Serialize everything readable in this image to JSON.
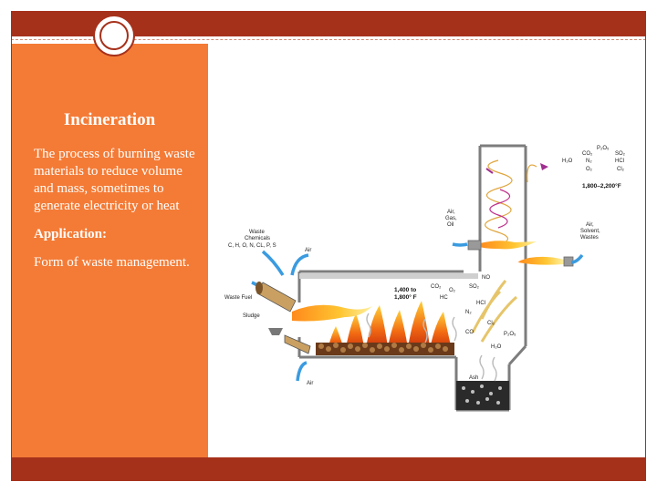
{
  "slide": {
    "title": "Incineration",
    "definition": "The process of burning waste materials to reduce volume and mass, sometimes to generate electricity or heat",
    "application_heading": "Application:",
    "application_text": "Form of waste management."
  },
  "colors": {
    "accent_dark": "#a6311b",
    "accent_orange": "#f47b36",
    "text_on_accent": "#ffffff"
  },
  "diagram": {
    "labels": {
      "waste_chemicals": [
        "Waste",
        "Chemicals",
        "C, H, O, N, CL, P, S"
      ],
      "air_top": "Air",
      "waste_fuel": "Waste Fuel",
      "sludge": "Sludge",
      "air_bottom": "Air",
      "air_gas_oil": [
        "Air,",
        "Gas,",
        "Oil"
      ],
      "air_solvent_wastes": [
        "Air,",
        "Solvent,",
        "Wastes"
      ],
      "temp_primary": [
        "1,400 to",
        "1,800° F"
      ],
      "temp_secondary": "1,800–2,200°F",
      "ash": "Ash",
      "gases_primary": [
        "CO₂",
        "O₂",
        "HC",
        "NO",
        "SO₂",
        "HCl",
        "N₂",
        "Cl₂",
        "CO",
        "P₂O₅",
        "H₂O"
      ],
      "gases_stack": [
        "P₂O₅",
        "CO₂",
        "SO₂",
        "H₂O",
        "N₂",
        "HCl",
        "O₂",
        "Cl₂"
      ]
    }
  }
}
